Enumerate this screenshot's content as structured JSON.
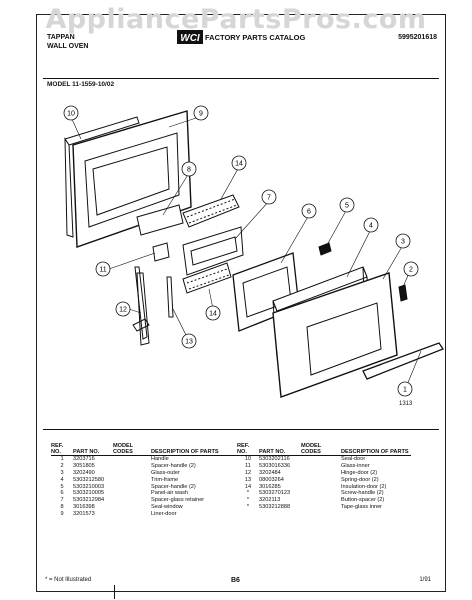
{
  "watermark": "AppliancePartsPros.com",
  "header": {
    "brand_line1": "TAPPAN",
    "brand_line2": "WALL OVEN",
    "logo_text": "WCI",
    "catalog_title": "FACTORY PARTS CATALOG",
    "doc_number": "5995201618"
  },
  "model_line": "MODEL 11-1559-10/02",
  "callouts": [
    "1",
    "2",
    "3",
    "4",
    "5",
    "6",
    "7",
    "8",
    "9",
    "10",
    "11",
    "12",
    "13",
    "14",
    "14"
  ],
  "figure_id": "1313",
  "table": {
    "headers": {
      "ref": "REF. NO.",
      "part": "PART NO.",
      "model": "MODEL CODES",
      "desc": "DESCRIPTION OF PARTS"
    },
    "left_rows": [
      {
        "ref": "1",
        "part": "3203716",
        "desc": "Handle"
      },
      {
        "ref": "2",
        "part": "3051805",
        "desc": "Spacer-handle (2)"
      },
      {
        "ref": "3",
        "part": "3202490",
        "desc": "Glass-outer"
      },
      {
        "ref": "4",
        "part": "5303212580",
        "desc": "Trim-frame"
      },
      {
        "ref": "5",
        "part": "5303210003",
        "desc": "Spacer-handle (2)"
      },
      {
        "ref": "6",
        "part": "5303210005",
        "desc": "Panel-air wash"
      },
      {
        "ref": "7",
        "part": "5303212984",
        "desc": "Spacer-glass retainer"
      },
      {
        "ref": "8",
        "part": "3016398",
        "desc": "Seal-window"
      },
      {
        "ref": "9",
        "part": "3201573",
        "desc": "Liner-door"
      }
    ],
    "right_rows": [
      {
        "ref": "10",
        "part": "5303202116",
        "desc": "Seal-door"
      },
      {
        "ref": "11",
        "part": "5303016336",
        "desc": "Glass-inner"
      },
      {
        "ref": "12",
        "part": "3202484",
        "desc": "Hinge-door (2)"
      },
      {
        "ref": "13",
        "part": "08003264",
        "desc": "Spring-door (2)"
      },
      {
        "ref": "14",
        "part": "3016285",
        "desc": "Insulation-door (2)"
      },
      {
        "ref": "*",
        "part": "5303270123",
        "desc": "Screw-handle (2)"
      },
      {
        "ref": "*",
        "part": "3202113",
        "desc": "Button-spacer (2)"
      },
      {
        "ref": "*",
        "part": "5303212888",
        "desc": "Tape-glass inner"
      }
    ]
  },
  "footer": {
    "note": "* = Not Illustrated",
    "page": "B6",
    "date": "1/91"
  }
}
